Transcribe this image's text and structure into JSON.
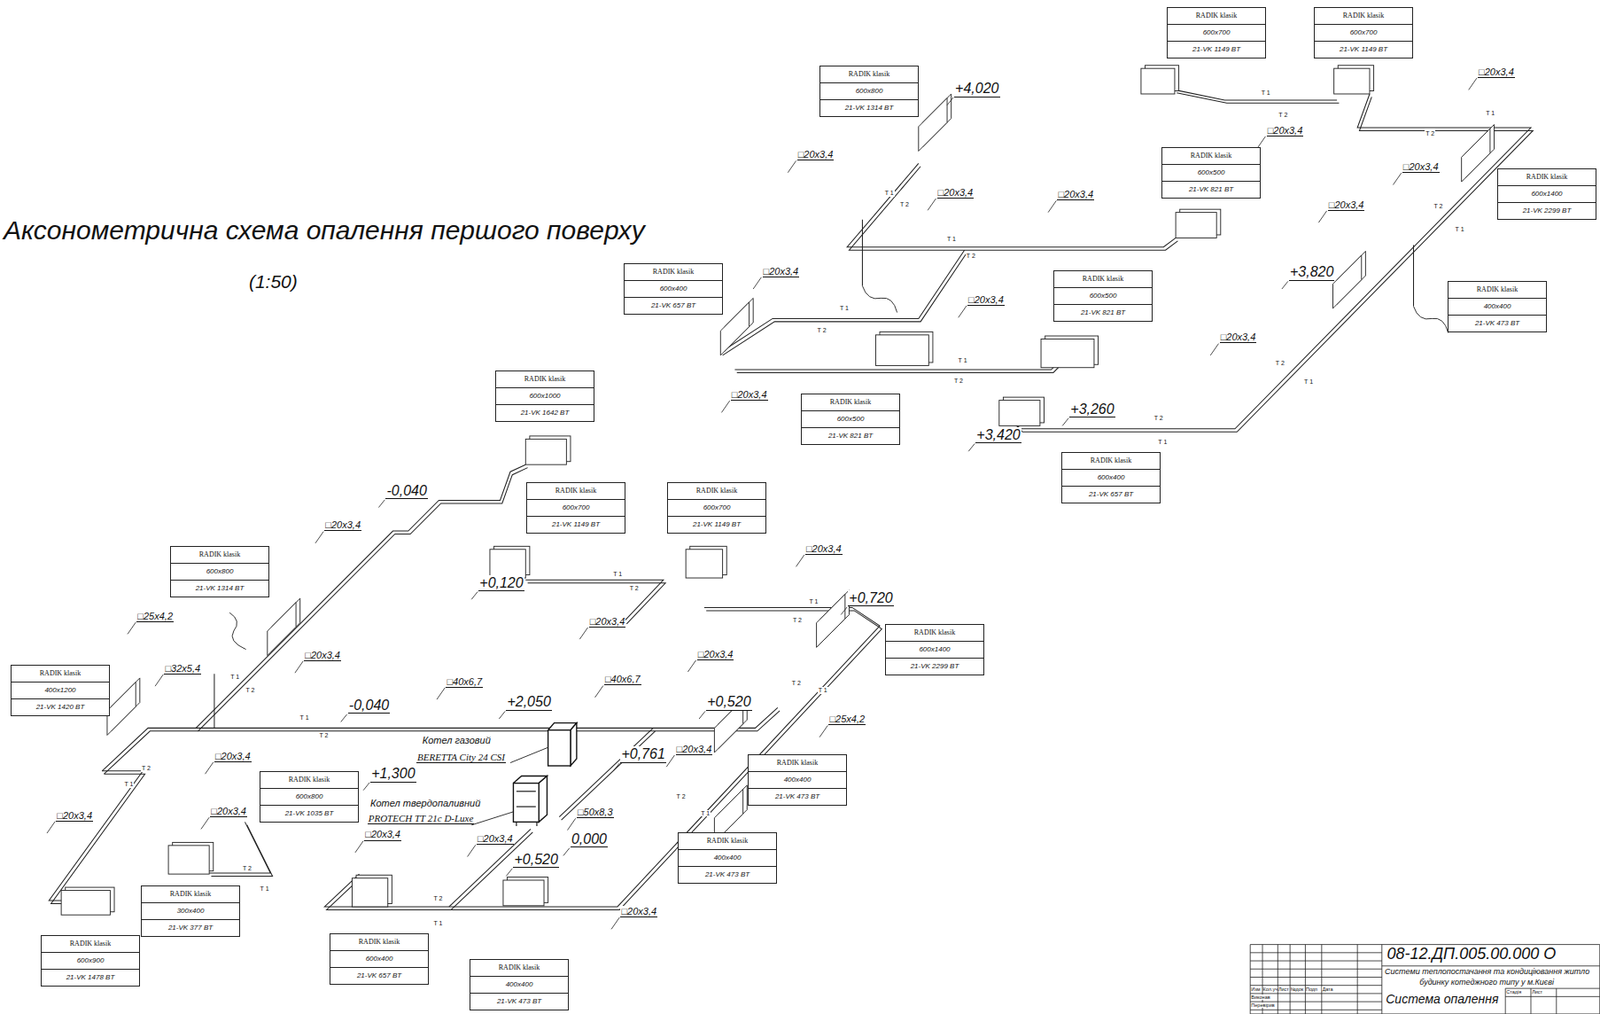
{
  "diagram": {
    "title": "Аксонометрична схема опалення першого поверху",
    "nodes": [
      {
        "text": [
          "RADIK klasik",
          "600x700",
          "21-VK 1149 BT"
        ]
      },
      {
        "text": [
          "RADIK klasik",
          "600x700",
          "21-VK 1149 BT"
        ]
      },
      {
        "text": [
          "RADIK klasik",
          "600x800",
          "21-VK 1314 BT"
        ]
      },
      {
        "text": [
          "RADIK klasik",
          "600x500",
          "21-VK 821 BT"
        ]
      },
      {
        "text": [
          "RADIK klasik",
          "600x1400",
          "21-VK 2299 BT"
        ]
      },
      {
        "text": [
          "RADIK klasik",
          "600x400",
          "21-VK 657 BT"
        ]
      },
      {
        "text": [
          "RADIK klasik",
          "600x500",
          "21-VK 821 BT"
        ]
      },
      {
        "text": [
          "RADIK klasik",
          "400x400",
          "21-VK 473 BT"
        ]
      },
      {
        "text": [
          "RADIK klasik",
          "600x1000",
          "21-VK 1642 BT"
        ]
      },
      {
        "text": [
          "RADIK klasik",
          "600x500",
          "21-VK 821 BT"
        ]
      },
      {
        "text": [
          "RADIK klasik",
          "600x400",
          "21-VK 657 BT"
        ]
      },
      {
        "text": [
          "RADIK klasik",
          "600x700",
          "21-VK 1149 BT"
        ]
      },
      {
        "text": [
          "RADIK klasik",
          "600x700",
          "21-VK 1149 BT"
        ]
      },
      {
        "text": [
          "RADIK klasik",
          "600x800",
          "21-VK 1314 BT"
        ]
      },
      {
        "text": [
          "RADIK klasik",
          "600x1400",
          "21-VK 2299 BT"
        ]
      },
      {
        "text": [
          "RADIK klasik",
          "400x1200",
          "21-VK 1420 BT"
        ]
      },
      {
        "text": [
          "RADIK klasik",
          "400x400",
          "21-VK 473 BT"
        ]
      },
      {
        "text": [
          "RADIK klasik",
          "600x800",
          "21-VK 1035 BT"
        ]
      },
      {
        "text": [
          "RADIK klasik",
          "400x400",
          "21-VK 473 BT"
        ]
      },
      {
        "text": [
          "RADIK klasik",
          "300x400",
          "21-VK 377 BT"
        ]
      },
      {
        "text": [
          "RADIK klasik",
          "600x400",
          "21-VK 657 BT"
        ]
      },
      {
        "text": [
          "RADIK klasik",
          "600x900",
          "21-VK 1478 BT"
        ]
      },
      {
        "text": [
          "RADIK klasik",
          "400x400",
          "21-VK 473 BT"
        ]
      }
    ],
    "labels": [
      "(1:50)",
      "+4,020",
      "+3,820",
      "+3,260",
      "+3,420",
      "□20x3,4",
      "□20x3,4",
      "□20x3,4",
      "□20x3,4",
      "□20x3,4",
      "□20x3,4",
      "□20x3,4",
      "□20x3,4",
      "□20x3,4",
      "□20x3,4",
      "□20x3,4",
      "T 1",
      "T 2",
      "T 1",
      "T 2",
      "T 1",
      "T 2",
      "T 2",
      "T 1",
      "T 1",
      "T 2",
      "T 1",
      "T 2",
      "T 1",
      "T 2",
      "T 2",
      "T 1",
      "T 2",
      "T 1",
      "-0,040",
      "+0,120",
      "+0,720",
      "+2,050",
      "-0,040",
      "+0,520",
      "+0,761",
      "+1,300",
      "0,000",
      "+0,520",
      "□20x3,4",
      "□20x3,4",
      "□25x4,2",
      "□20x3,4",
      "□20x3,4",
      "□20x3,4",
      "□32x5,4",
      "□40x6,7",
      "□40x6,7",
      "□25x4,2",
      "□20x3,4",
      "□20x3,4",
      "□50x8,3",
      "□20x3,4",
      "□20x3,4",
      "□20x3,4",
      "□20x3,4",
      "□20x3,4",
      "T 1",
      "T 2",
      "T 1",
      "T 2",
      "T 1",
      "T 2",
      "T 2",
      "T 1",
      "T 1",
      "T 2",
      "T 2",
      "T 1",
      "T 2",
      "T 1",
      "T 2",
      "T 1",
      "T 2",
      "T 1",
      "Котел газовий",
      "BERETTA City 24 CSI",
      "Котел твердопаливний",
      "PROTECH TT 21c D-Luxe",
      "08-12.ДП.005.00.000 О",
      "Системи теплопостачання та кондиціювання житло",
      "будинку котеджного типу у м.Києві",
      "Изм",
      "Кол.уч",
      "Лист",
      "№док",
      "Подп",
      "Дата",
      "Виконав",
      "Перевірив",
      "Стадія",
      "Лист",
      "Система опалення"
    ]
  }
}
